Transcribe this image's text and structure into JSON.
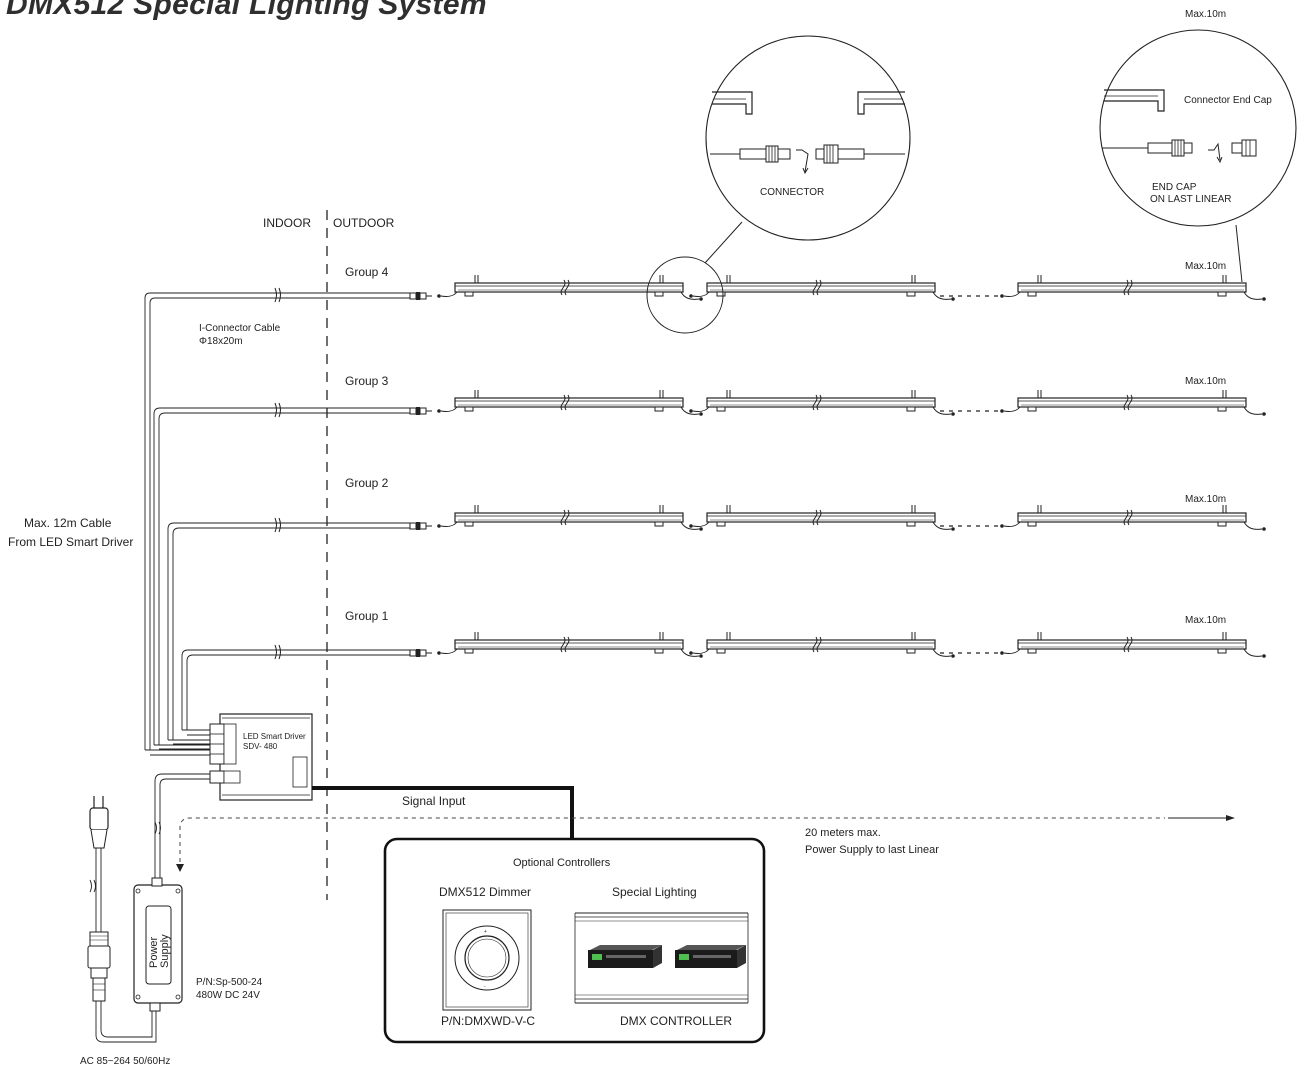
{
  "title": "DMX512 Special Lighting System",
  "zones": {
    "indoor": "INDOOR",
    "outdoor": "OUTDOOR"
  },
  "groups": [
    {
      "label": "Group 4",
      "max": "Max.10m"
    },
    {
      "label": "Group 3",
      "max": "Max.10m"
    },
    {
      "label": "Group 2",
      "max": "Max.10m"
    },
    {
      "label": "Group 1",
      "max": "Max.10m"
    }
  ],
  "top_max": "Max.10m",
  "connector_callout": {
    "label": "CONNECTOR"
  },
  "endcap_callout": {
    "title": "Connector End Cap",
    "line1": "END CAP",
    "line2": "ON LAST LINEAR"
  },
  "cable": {
    "line1": "I-Connector Cable",
    "line2": "Φ18x20m"
  },
  "max_cable": {
    "line1": "Max. 12m Cable",
    "line2": "From LED Smart Driver"
  },
  "driver": {
    "line1": "LED Smart Driver",
    "line2": "SDV- 480"
  },
  "signal_input": "Signal Input",
  "distance": {
    "line1": "20 meters max.",
    "line2": "Power Supply to last Linear"
  },
  "controllers": {
    "title": "Optional Controllers",
    "dimmer_title": "DMX512 Dimmer",
    "dimmer_pn": "P/N:DMXWD-V-C",
    "special_title": "Special Lighting",
    "special_caption": "DMX CONTROLLER"
  },
  "power_supply": {
    "label_line1": "Power",
    "label_line2": "Supply",
    "pn": "P/N:Sp-500-24",
    "rating": "480W DC 24V",
    "ac": "AC 85~264 50/60Hz"
  }
}
